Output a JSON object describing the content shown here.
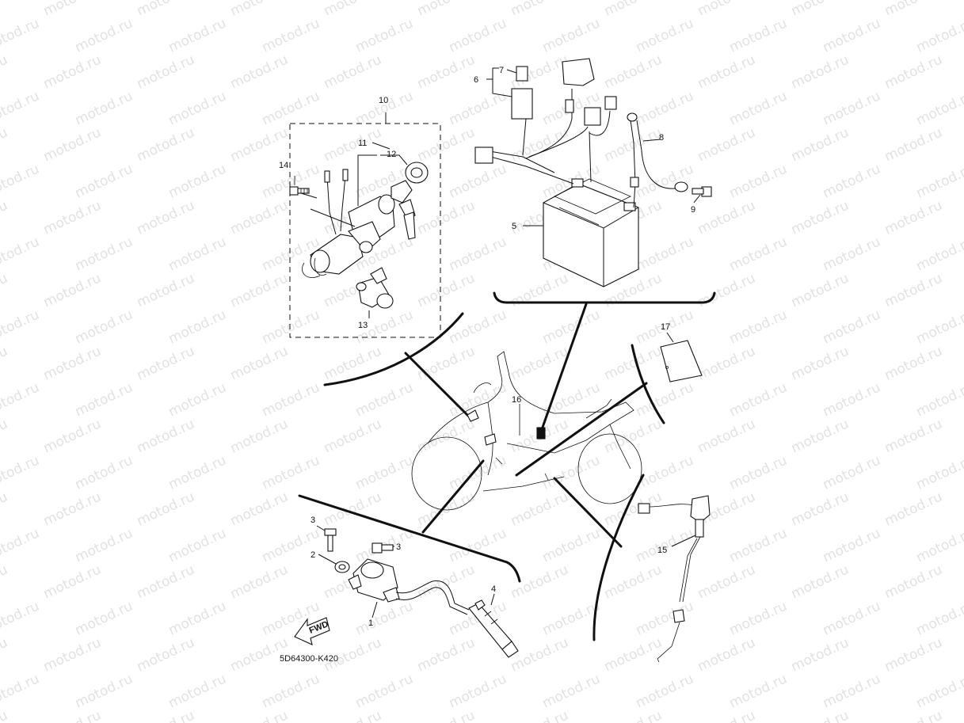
{
  "watermark": "motod.ru",
  "drawing_code": "5D64300-K420",
  "fwd_label": "FWD",
  "callouts": {
    "c1": "1",
    "c2": "2",
    "c3a": "3",
    "c3b": "3",
    "c4": "4",
    "c5": "5",
    "c6": "6",
    "c7": "7",
    "c8": "8",
    "c9": "9",
    "c10": "10",
    "c11": "11",
    "c12": "12",
    "c13": "13",
    "c14": "14",
    "c15": "15",
    "c16": "16",
    "c17": "17"
  }
}
